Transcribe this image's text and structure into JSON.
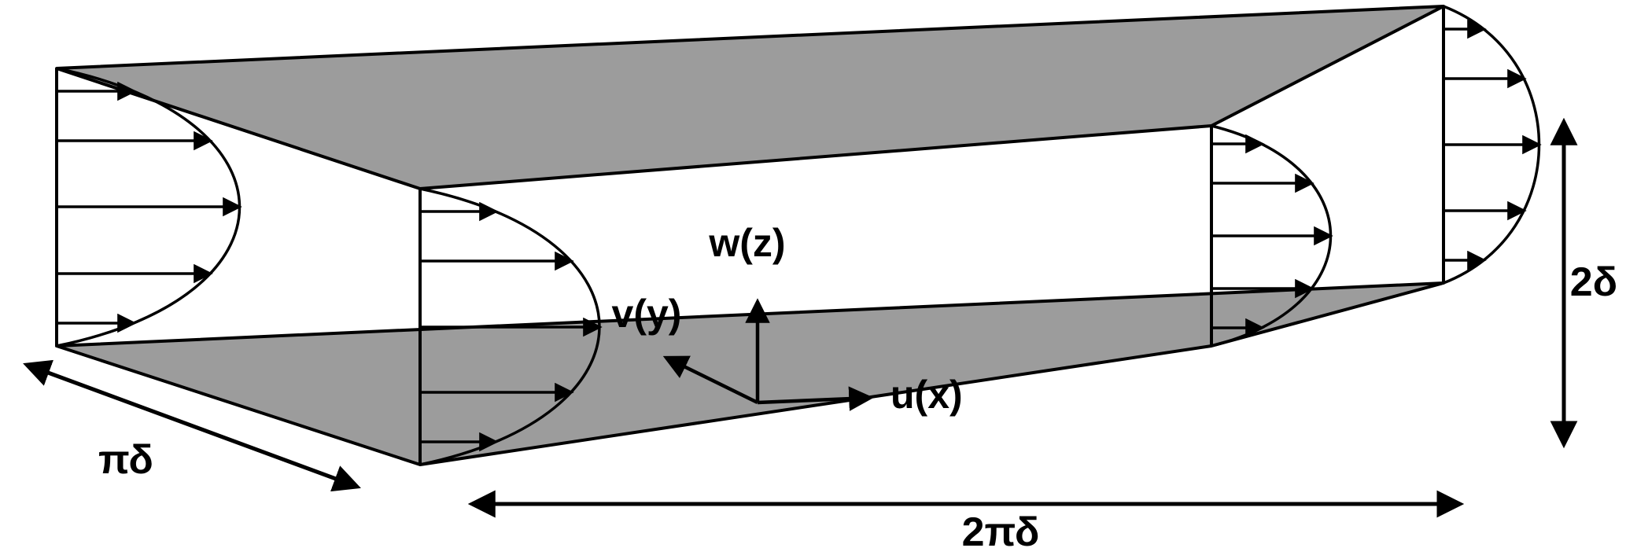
{
  "diagram": {
    "axis_labels": {
      "u": "u(x)",
      "v": "v(y)",
      "w": "w(z)"
    },
    "dimension_labels": {
      "spanwise": "πδ",
      "streamwise": "2πδ",
      "height": "2δ"
    },
    "colors": {
      "wall_fill": "#9c9c9c",
      "line": "#000000",
      "background": "#ffffff"
    }
  }
}
